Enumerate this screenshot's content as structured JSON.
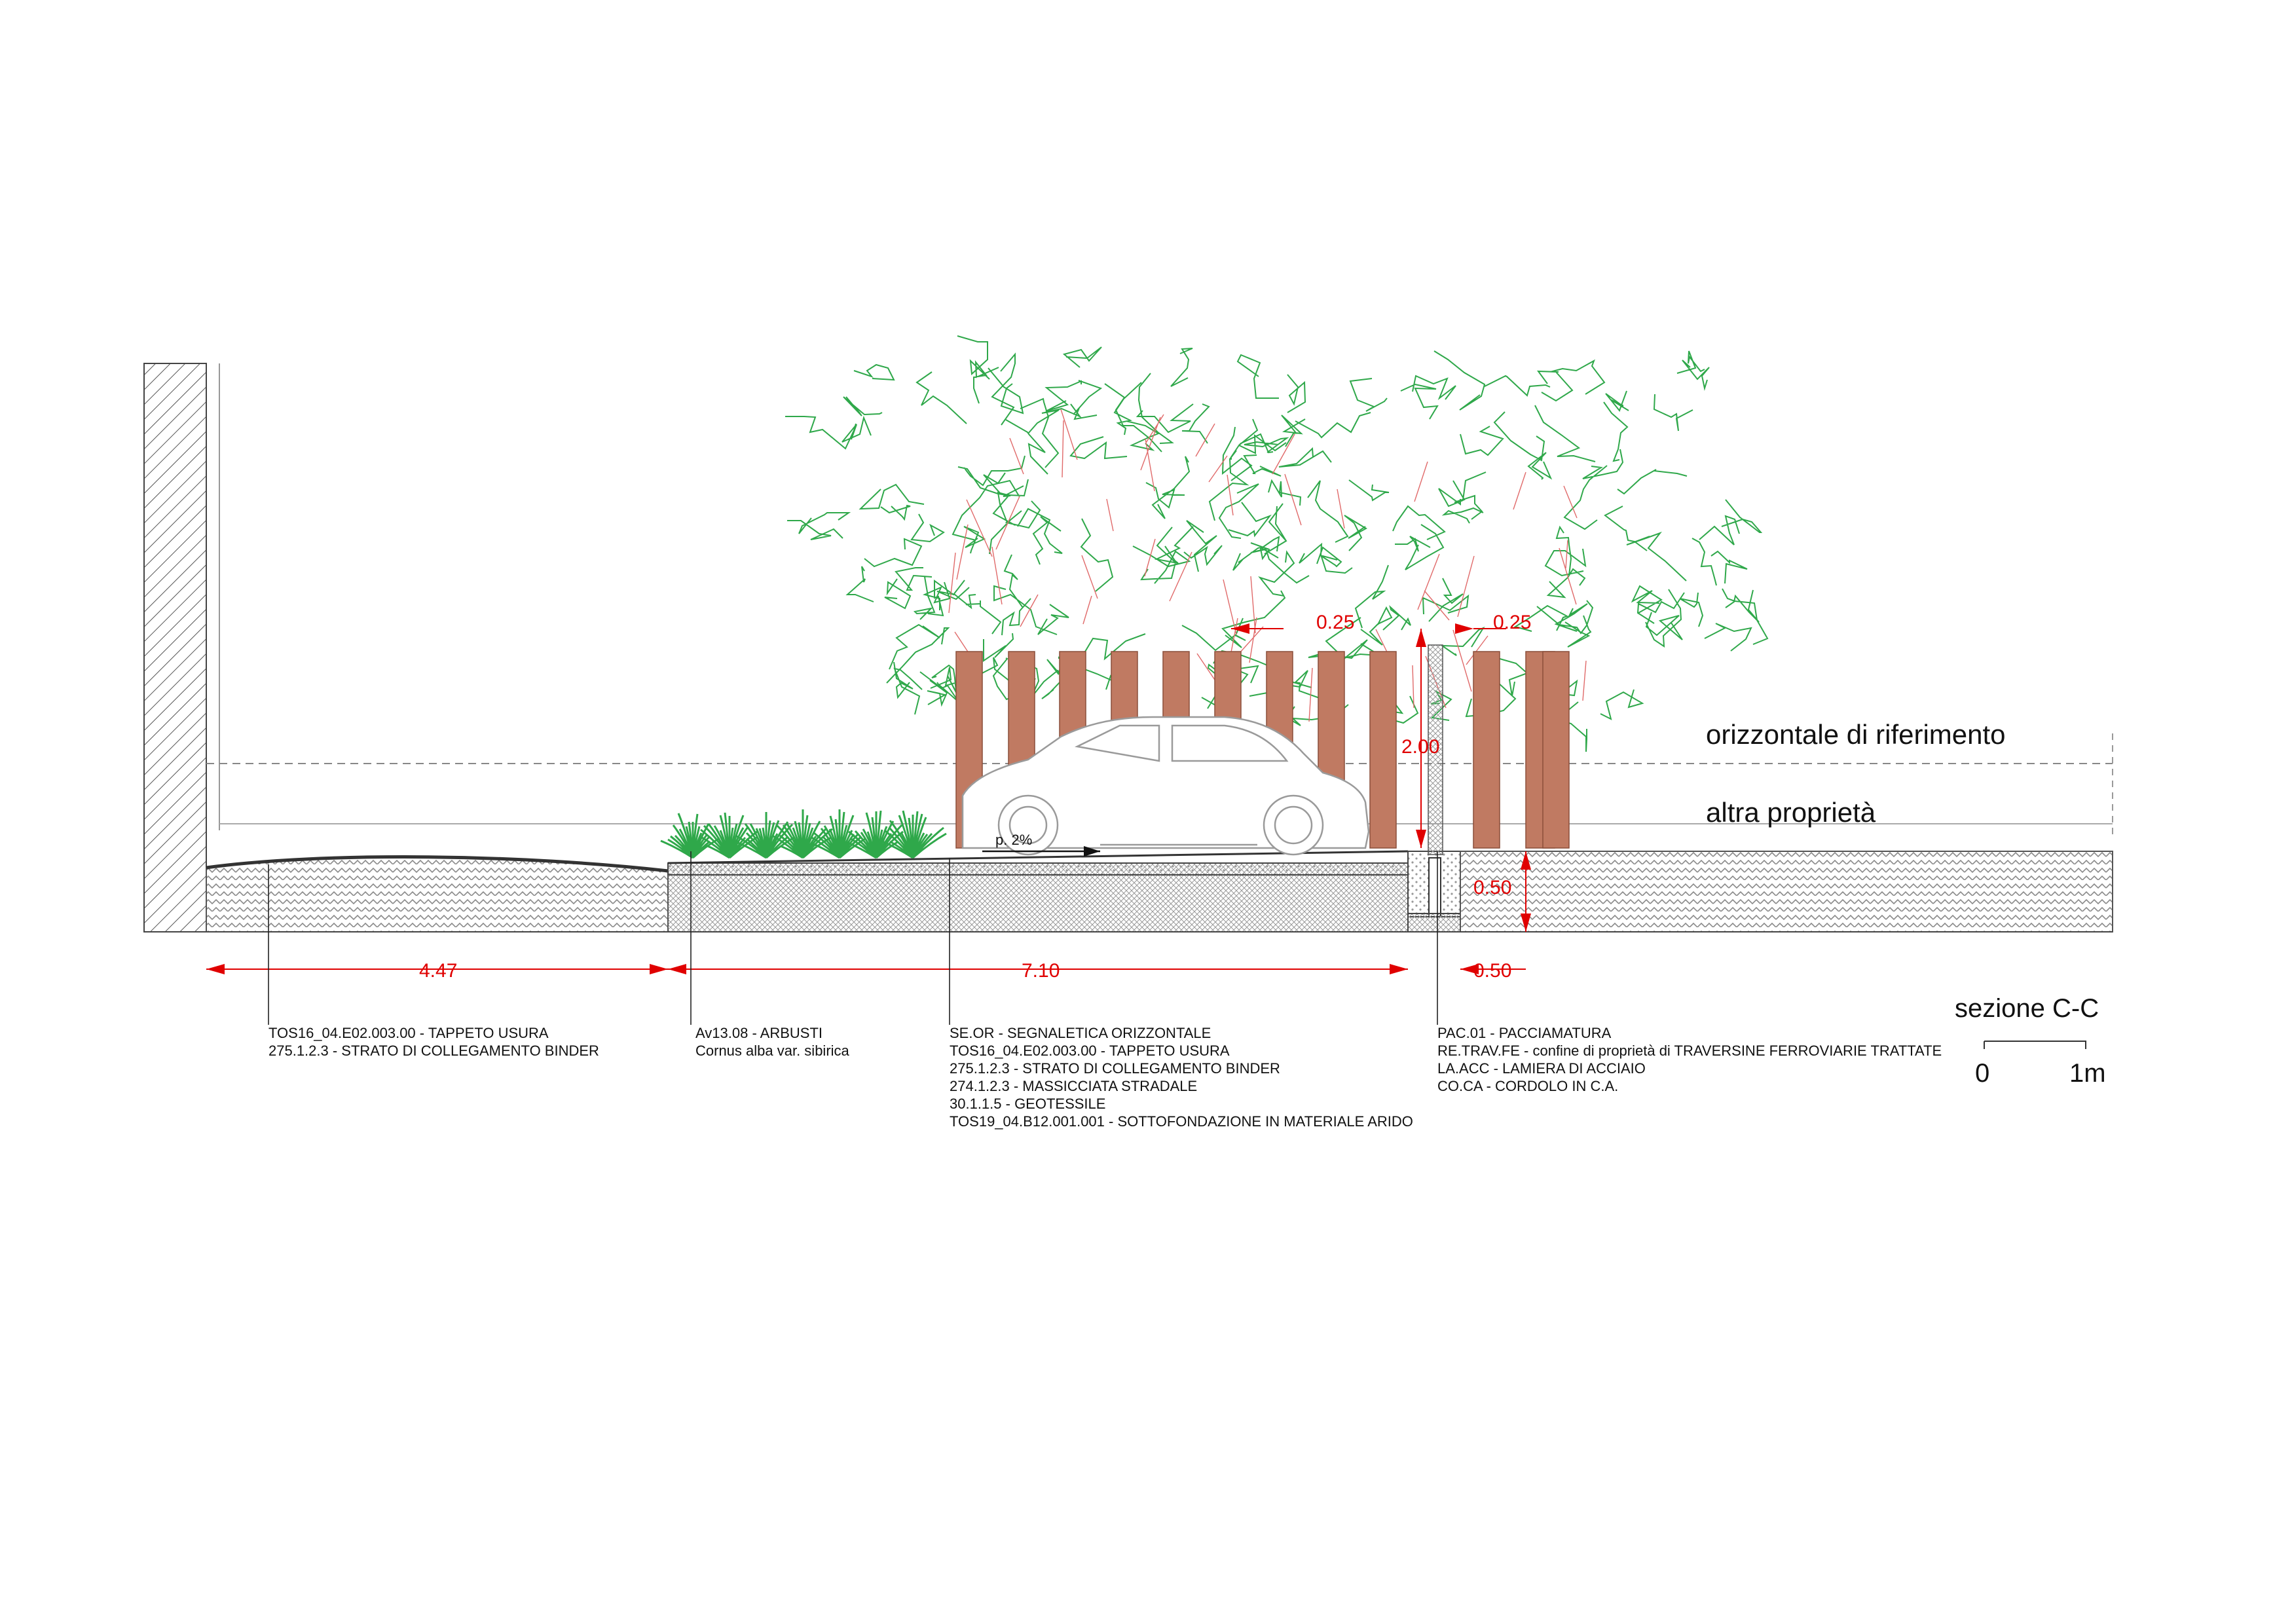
{
  "section_title": "sezione C-C",
  "reference_line_label": "orizzontale di riferimento",
  "neighbor_label": "altra proprietà",
  "slope_label": "p. 2%",
  "dimensions": {
    "left_width": "4.47",
    "center_width": "7.10",
    "curb_width": "0.50",
    "curb_depth": "0.50",
    "fence_height": "2.00",
    "post_spacing_left": "0.25",
    "post_spacing_right": "0.25"
  },
  "scale_bar": {
    "start": "0",
    "end": "1m"
  },
  "callouts": {
    "left": [
      "TOS16_04.E02.003.00 - TAPPETO USURA",
      "275.1.2.3 - STRATO DI COLLEGAMENTO BINDER"
    ],
    "shrubs": [
      "Av13.08 - ARBUSTI",
      "Cornus alba var. sibirica"
    ],
    "road": [
      "SE.OR - SEGNALETICA ORIZZONTALE",
      "TOS16_04.E02.003.00 - TAPPETO USURA",
      "275.1.2.3 - STRATO DI COLLEGAMENTO BINDER",
      "274.1.2.3 - MASSICCIATA STRADALE",
      "30.1.1.5 - GEOTESSILE",
      "TOS19_04.B12.001.001 - SOTTOFONDAZIONE IN MATERIALE ARIDO"
    ],
    "edge": [
      "PAC.01 - PACCIAMATURA",
      "RE.TRAV.FE - confine di proprietà di TRAVERSINE FERROVIARIE TRATTATE",
      "LA.ACC - LAMIERA DI ACCIAIO",
      "CO.CA - CORDOLO IN C.A."
    ]
  },
  "colors": {
    "sleeper": "#c07a62",
    "foliage": "#2fa84a",
    "dimension": "#e00000",
    "ground_hatch": "#777777"
  }
}
